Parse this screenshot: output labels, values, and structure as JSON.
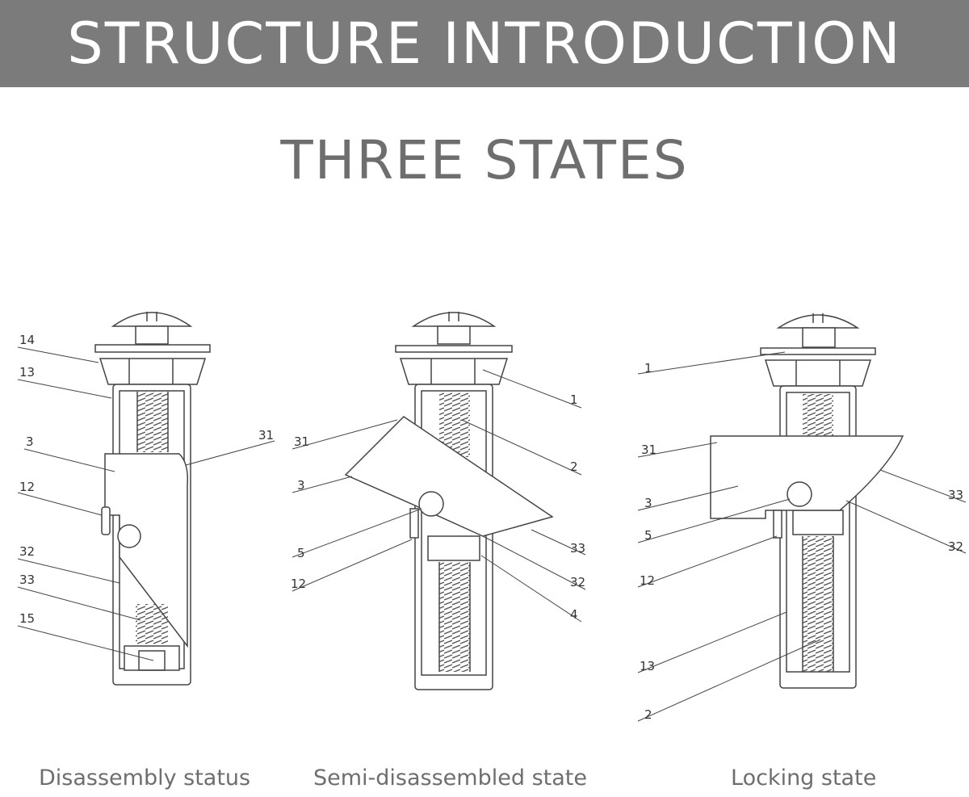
{
  "header": {
    "title": "STRUCTURE INTRODUCTION"
  },
  "subtitle": "THREE STATES",
  "captions": [
    "Disassembly status",
    "Semi-disassembled state",
    "Locking state"
  ],
  "callouts": {
    "left": [
      "14",
      "13",
      "3",
      "31",
      "12",
      "32",
      "33",
      "15"
    ],
    "middle": [
      "1",
      "2",
      "31",
      "3",
      "5",
      "33",
      "12",
      "32",
      "4"
    ],
    "right": [
      "1",
      "31",
      "33",
      "3",
      "5",
      "32",
      "12",
      "13",
      "2"
    ]
  }
}
